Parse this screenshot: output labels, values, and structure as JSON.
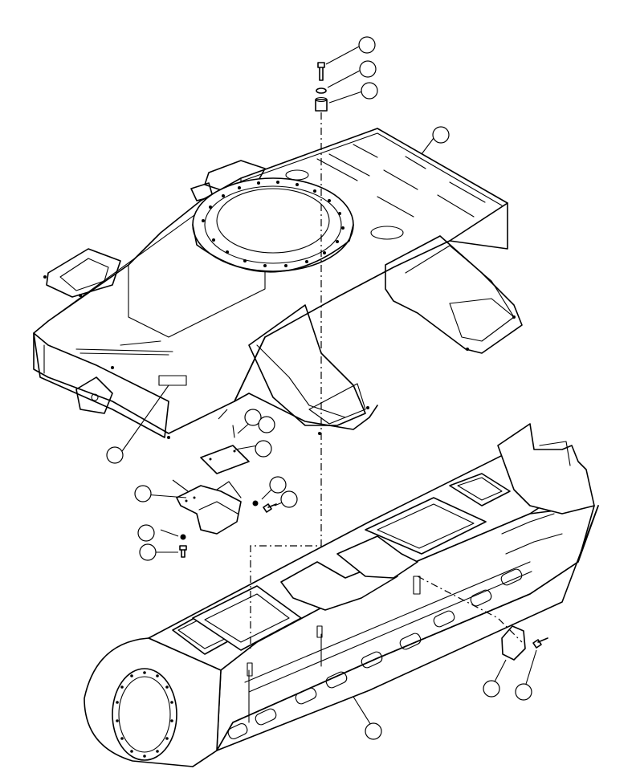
{
  "figure": {
    "callouts": [
      {
        "id": "c1",
        "label": ""
      },
      {
        "id": "c2",
        "label": ""
      },
      {
        "id": "c3",
        "label": ""
      },
      {
        "id": "c4",
        "label": ""
      },
      {
        "id": "c5",
        "label": ""
      },
      {
        "id": "c6",
        "label": ""
      },
      {
        "id": "c7",
        "label": ""
      },
      {
        "id": "c8",
        "label": ""
      },
      {
        "id": "c9",
        "label": ""
      },
      {
        "id": "c10",
        "label": ""
      },
      {
        "id": "c11",
        "label": ""
      },
      {
        "id": "c12",
        "label": ""
      },
      {
        "id": "c13",
        "label": ""
      },
      {
        "id": "c14",
        "label": ""
      },
      {
        "id": "c15",
        "label": ""
      },
      {
        "id": "c16",
        "label": ""
      },
      {
        "id": "c17",
        "label": ""
      }
    ]
  }
}
